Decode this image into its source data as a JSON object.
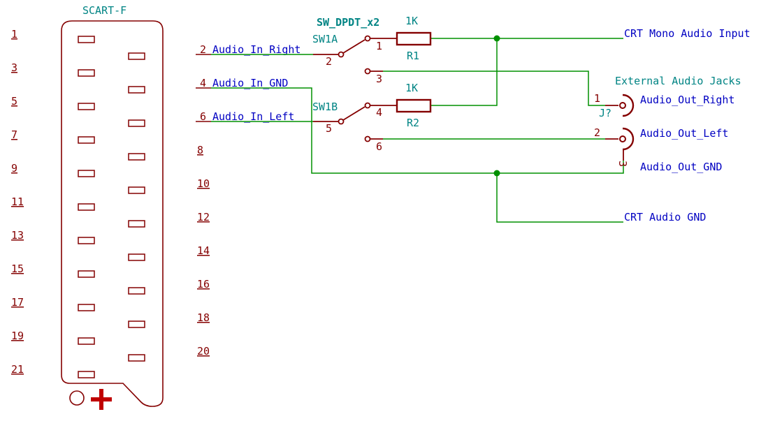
{
  "connector": {
    "ref": "SCART-F",
    "left_pins": [
      "1",
      "3",
      "5",
      "7",
      "9",
      "11",
      "13",
      "15",
      "17",
      "19",
      "21"
    ],
    "right_pins": [
      "8",
      "10",
      "12",
      "14",
      "16",
      "18",
      "20"
    ],
    "wired_pins": [
      {
        "num": "2",
        "net": "Audio_In_Right"
      },
      {
        "num": "4",
        "net": "Audio_In_GND"
      },
      {
        "num": "6",
        "net": "Audio_In_Left"
      }
    ]
  },
  "switch": {
    "value": "SW_DPDT_x2",
    "unit_a": "SW1A",
    "unit_b": "SW1B",
    "pins_a": [
      "2",
      "1",
      "3"
    ],
    "pins_b": [
      "5",
      "4",
      "6"
    ]
  },
  "resistors": [
    {
      "ref": "R1",
      "value": "1K"
    },
    {
      "ref": "R2",
      "value": "1K"
    }
  ],
  "jack": {
    "title": "External Audio Jacks",
    "ref": "J?",
    "pins": [
      {
        "num": "1",
        "net": "Audio_Out_Right"
      },
      {
        "num": "2",
        "net": "Audio_Out_Left"
      },
      {
        "num": "3",
        "net": "Audio_Out_GND"
      }
    ]
  },
  "nets": {
    "mono_input": "CRT Mono Audio Input",
    "audio_gnd": "CRT Audio GND"
  },
  "colors": {
    "component": "#840000",
    "reference": "#008484",
    "net_label": "#0000c2",
    "wire": "#009000",
    "mounting_cross": "#c00000"
  }
}
